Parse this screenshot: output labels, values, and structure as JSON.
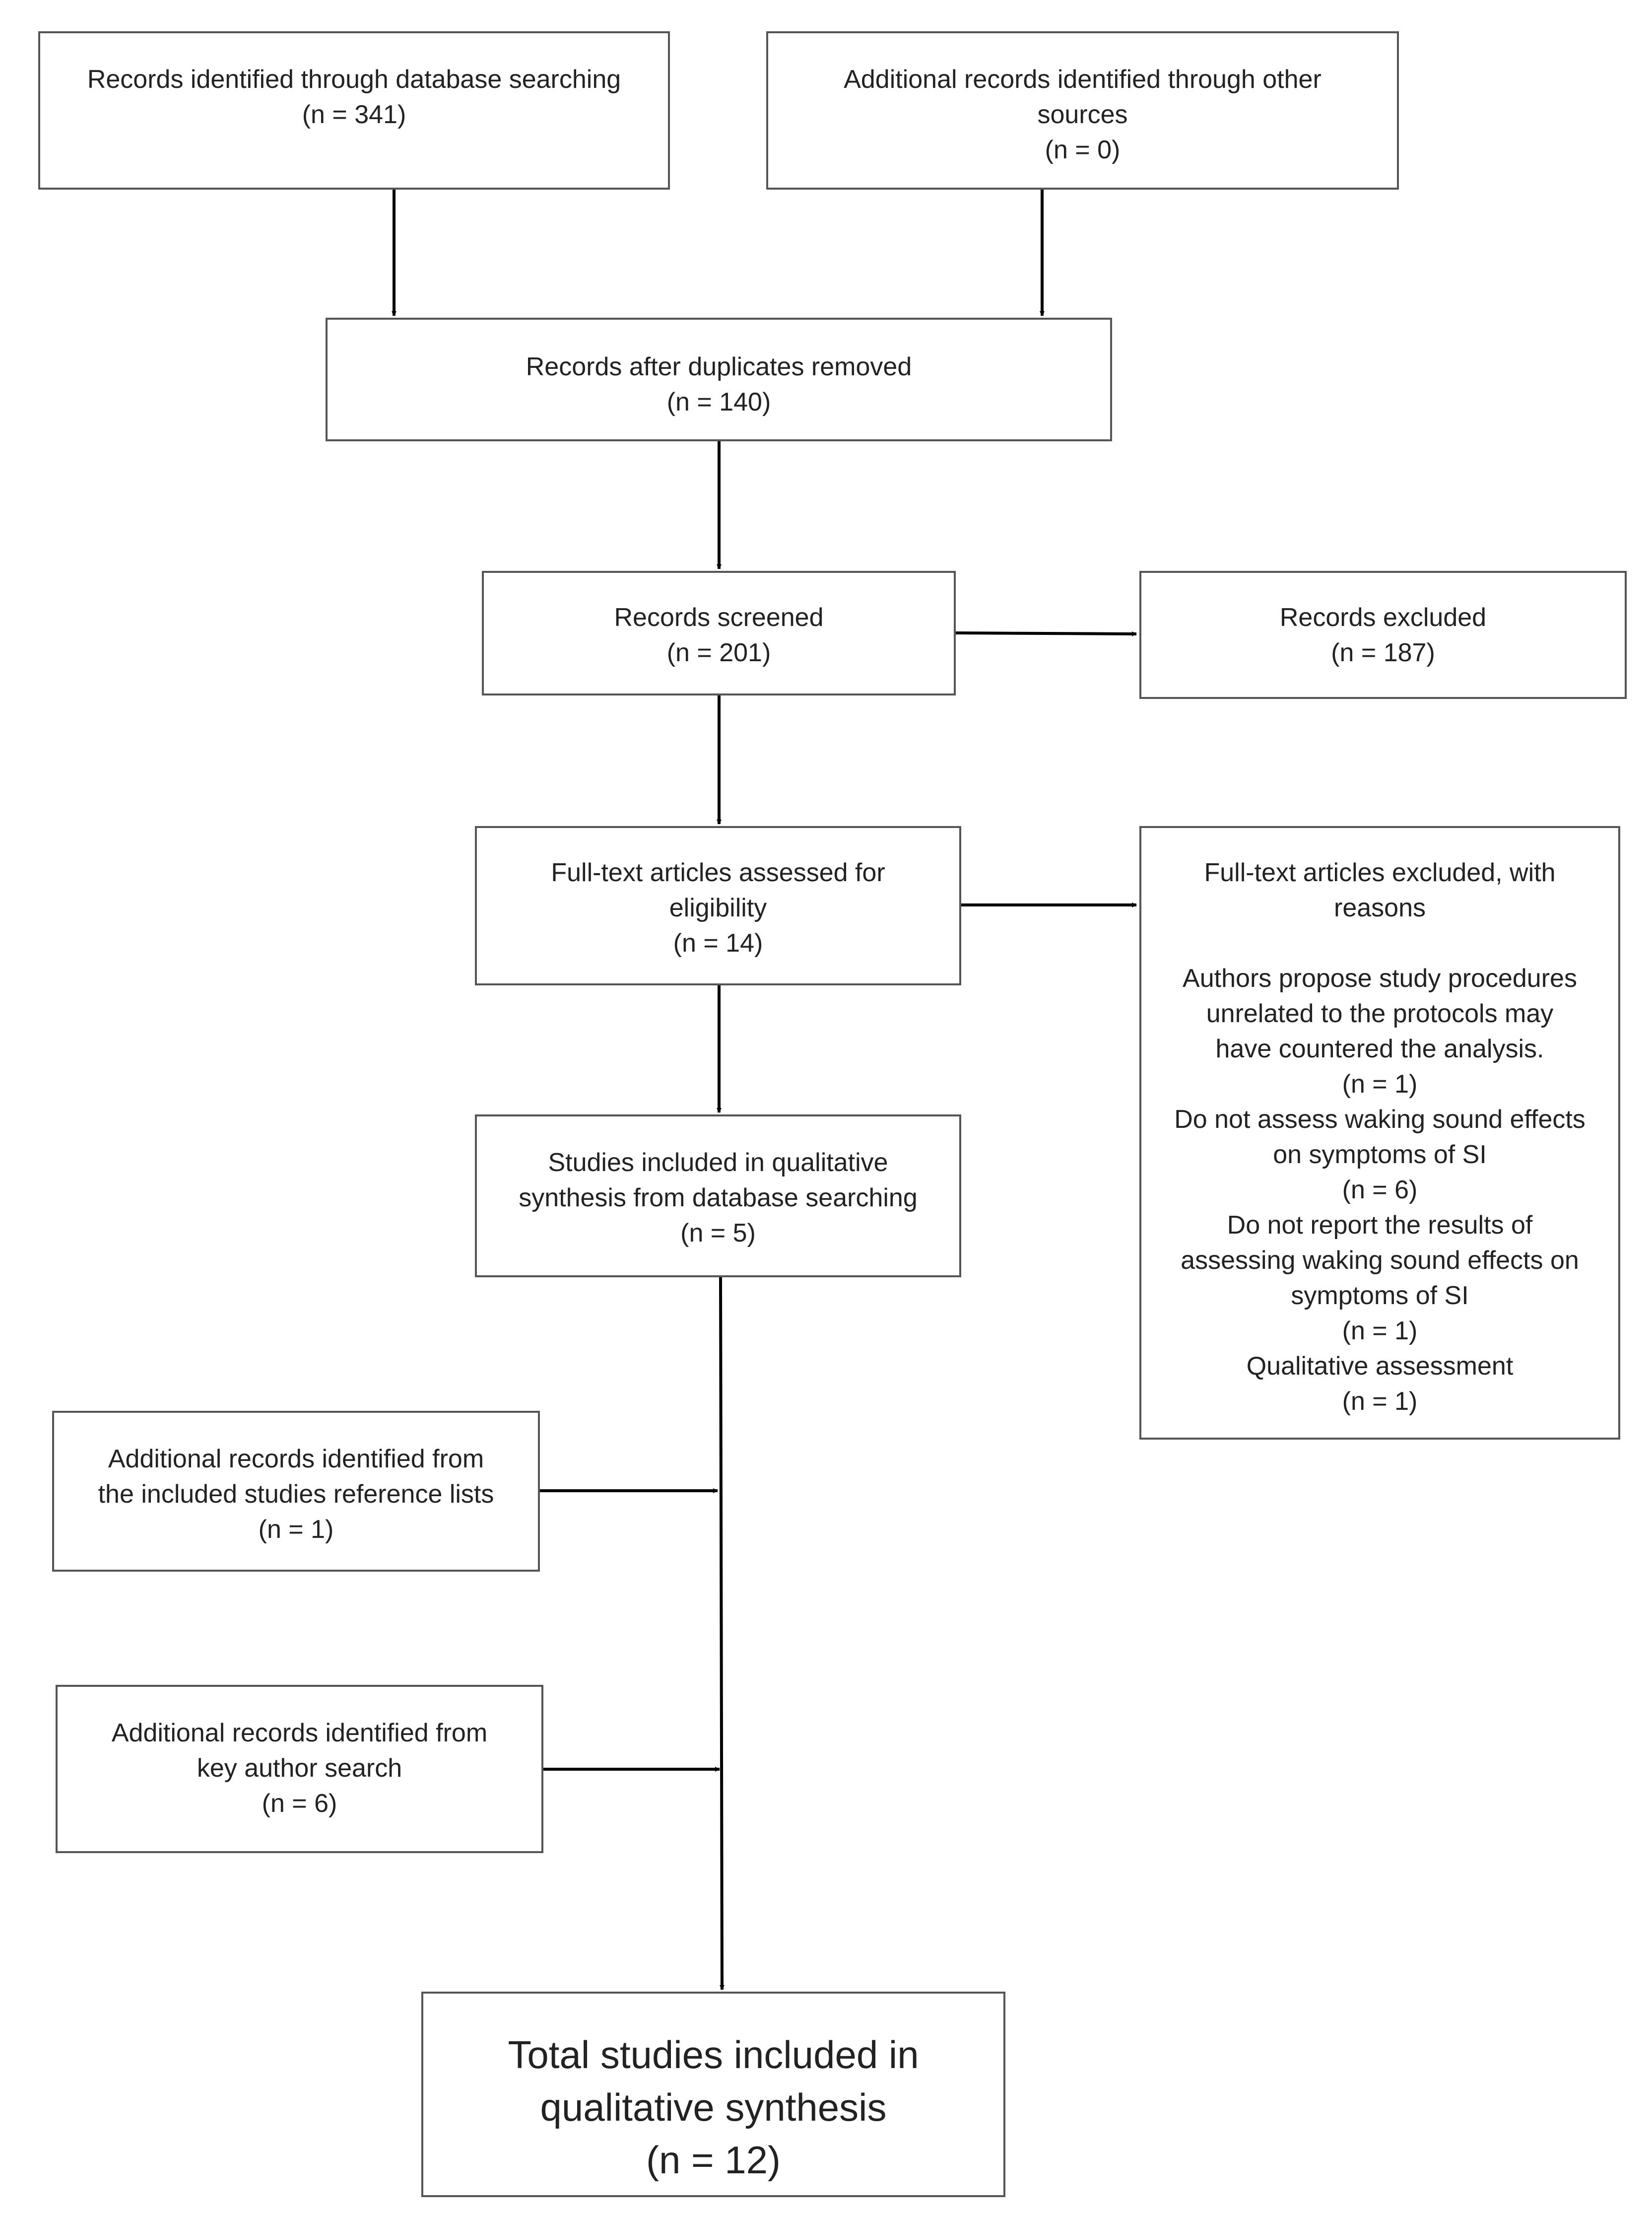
{
  "boxes": {
    "db_search": {
      "title": "Records identified through database searching",
      "count": "(n = 341)"
    },
    "other_sources": {
      "title_line1": "Additional records identified through other",
      "title_line2": "sources",
      "count": "(n = 0)"
    },
    "duplicates_removed": {
      "title": "Records after duplicates removed",
      "count": "(n = 140)"
    },
    "screened": {
      "title": "Records screened",
      "count": "(n = 201)"
    },
    "excluded": {
      "title": "Records excluded",
      "count": "(n = 187)"
    },
    "full_text": {
      "title_line1": "Full-text articles assessed for",
      "title_line2": "eligibility",
      "count": "(n = 14)"
    },
    "full_text_excluded": {
      "title_line1": "Full-text articles excluded, with",
      "title_line2": "reasons",
      "reasons": [
        {
          "lines": [
            "Authors propose study procedures",
            "unrelated to the protocols may",
            "have countered the analysis."
          ],
          "count": "(n = 1)"
        },
        {
          "lines": [
            "Do not assess waking sound effects",
            "on symptoms of SI"
          ],
          "count": "(n = 6)"
        },
        {
          "lines": [
            "Do not report the results of",
            "assessing waking sound effects on",
            "symptoms of SI"
          ],
          "count": "(n = 1)"
        },
        {
          "lines": [
            "Qualitative assessment"
          ],
          "count": "(n = 1)"
        }
      ]
    },
    "included_db": {
      "title_line1": "Studies included in qualitative",
      "title_line2": "synthesis from database searching",
      "count": "(n = 5)"
    },
    "reference_lists": {
      "title_line1": "Additional records identified from",
      "title_line2": "the included studies reference lists",
      "count": "(n = 1)"
    },
    "key_author": {
      "title_line1": "Additional records identified from",
      "title_line2": "key author search",
      "count": "(n = 6)"
    },
    "total": {
      "title_line1": "Total studies included in",
      "title_line2": "qualitative synthesis",
      "count": "(n = 12)"
    }
  },
  "colors": {
    "box_border": "#555555",
    "arrow": "#000000",
    "text": "#222222",
    "background": "#ffffff"
  }
}
